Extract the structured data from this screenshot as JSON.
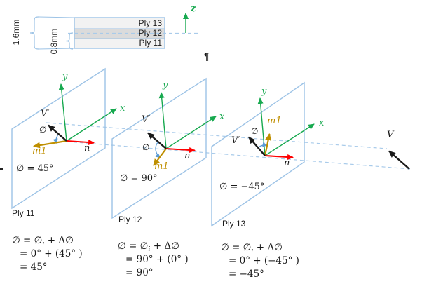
{
  "colors": {
    "panel_blue": "#9DC3E6",
    "dashed_blue": "#A9CBEA",
    "arc_blue": "#5B9BD5",
    "axis_green": "#17A94F",
    "vector_red": "#FE0000",
    "vector_gold": "#BF8F00",
    "vector_black": "#1A1A1A",
    "ply_fill_light": "#F2F2F2",
    "ply_fill_mid": "#DBDBDB"
  },
  "stack": {
    "ply_labels": [
      "Ply 13",
      "Ply 12",
      "Ply 11"
    ],
    "total_thickness": "1.6mm",
    "half_thickness": "0.8mm",
    "z_axis_label": "z"
  },
  "pilcrow": "¶",
  "v_label": "V",
  "panels": [
    {
      "ply_name": "Ply 11",
      "x_label": "x",
      "y_label": "y",
      "v_prime_label": "V′",
      "n_label": "n",
      "m1_label": "m1",
      "phi_label": "∅",
      "angle_value": "∅ = 45°",
      "formula": {
        "l1a": "∅ = ∅",
        "l1sub": "i",
        "l1b": " + Δ∅",
        "l2": "= 0° + (45° )",
        "l3": "= 45°"
      }
    },
    {
      "ply_name": "Ply 12",
      "x_label": "x",
      "y_label": "y",
      "v_prime_label": "V′",
      "n_label": "n",
      "m1_label": "m1",
      "phi_label": "∅",
      "angle_value": "∅ = 90°",
      "formula": {
        "l1a": "∅ = ∅",
        "l1sub": "i",
        "l1b": " + Δ∅",
        "l2": "= 90° + (0° )",
        "l3": "= 90°"
      }
    },
    {
      "ply_name": "Ply 13",
      "x_label": "x",
      "y_label": "y",
      "v_prime_label": "V′",
      "n_label": "n",
      "m1_label": "m1",
      "phi_label": "∅",
      "angle_value": "∅ = −45°",
      "formula": {
        "l1a": "∅ = ∅",
        "l1sub": "i",
        "l1b": " + Δ∅",
        "l2": "= 0° + (−45° )",
        "l3": "= −45°"
      }
    }
  ]
}
